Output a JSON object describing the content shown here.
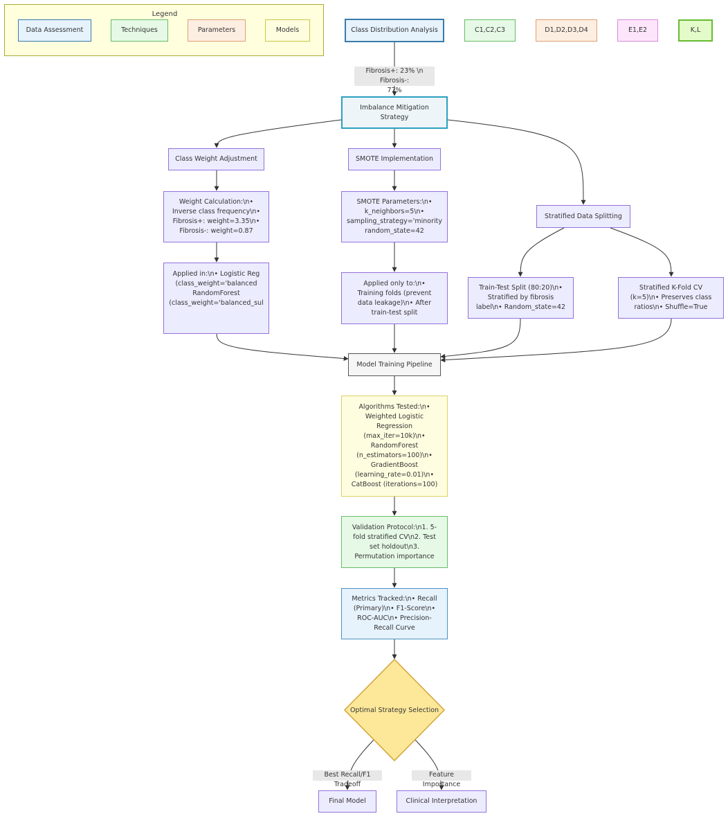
{
  "legend": {
    "title": "Legend",
    "items": [
      "Data Assessment",
      "Techniques",
      "Parameters",
      "Models"
    ]
  },
  "class_keys": [
    "C1,C2,C3",
    "D1,D2,D3,D4",
    "E1,E2",
    "K,L"
  ],
  "colors": {
    "purple_fill": "#ececff",
    "purple_stroke": "#9370db",
    "blue_fill": "#e6f2fc",
    "green_fill": "#e6f9e6",
    "orange_fill": "#fdeee2",
    "yellow_fill": "#fffde0",
    "pink_fill": "#fde6fb",
    "lime_fill": "#e3fbc8",
    "diamond_fill": "#fde89a",
    "diamond_stroke": "#d4a437",
    "edge": "#333333"
  },
  "nodes": {
    "class_distribution": "Class Distribution Analysis",
    "imbalance_mitigation": "Imbalance Mitigation\nStrategy",
    "class_weight_adjustment": "Class Weight Adjustment",
    "smote_implementation": "SMOTE Implementation",
    "stratified_splitting": "Stratified Data Splitting",
    "weight_calculation": "Weight Calculation:\\n•\nInverse class frequency\\n•\nFibrosis+: weight=3.35\\n•\nFibrosis-: weight=0.87",
    "smote_parameters": "SMOTE Parameters:\\n•\nk_neighbors=5\\n•\nsampling_strategy='minority\nrandom_state=42",
    "applied_in": "Applied in:\\n• Logistic Reg\n(class_weight='balanced\nRandomForest\n(class_weight='balanced_sul",
    "applied_only": "Applied only to:\\n•\nTraining folds (prevent\ndata leakage)\\n• After\ntrain-test split",
    "train_test_split": "Train-Test Split (80:20)\\n•\nStratified by fibrosis\nlabel\\n• Random_state=42",
    "stratified_kfold": "Stratified K-Fold CV\n(k=5)\\n• Preserves class\nratios\\n• Shuffle=True",
    "model_training": "Model Training Pipeline",
    "algorithms": "Algorithms Tested:\\n•\nWeighted Logistic\nRegression\n(max_iter=10k)\\n•\nRandomForest\n(n_estimators=100)\\n•\nGradientBoost\n(learning_rate=0.01)\\n•\nCatBoost (iterations=100)",
    "validation": "Validation Protocol:\\n1. 5-\nfold stratified CV\\n2. Test\nset holdout\\n3.\nPermutation importance",
    "metrics": "Metrics Tracked:\\n• Recall\n(Primary)\\n• F1-Score\\n•\nROC-AUC\\n• Precision-\nRecall Curve",
    "optimal_selection": "Optimal Strategy Selection",
    "final_model": "Final Model",
    "clinical_interpretation": "Clinical Interpretation"
  },
  "edge_labels": {
    "distribution": "Fibrosis+: 23% \\n Fibrosis-:\n77%",
    "best_recall": "Best Recall/F1 Tradeoff",
    "feature_importance": "Feature Importance"
  }
}
